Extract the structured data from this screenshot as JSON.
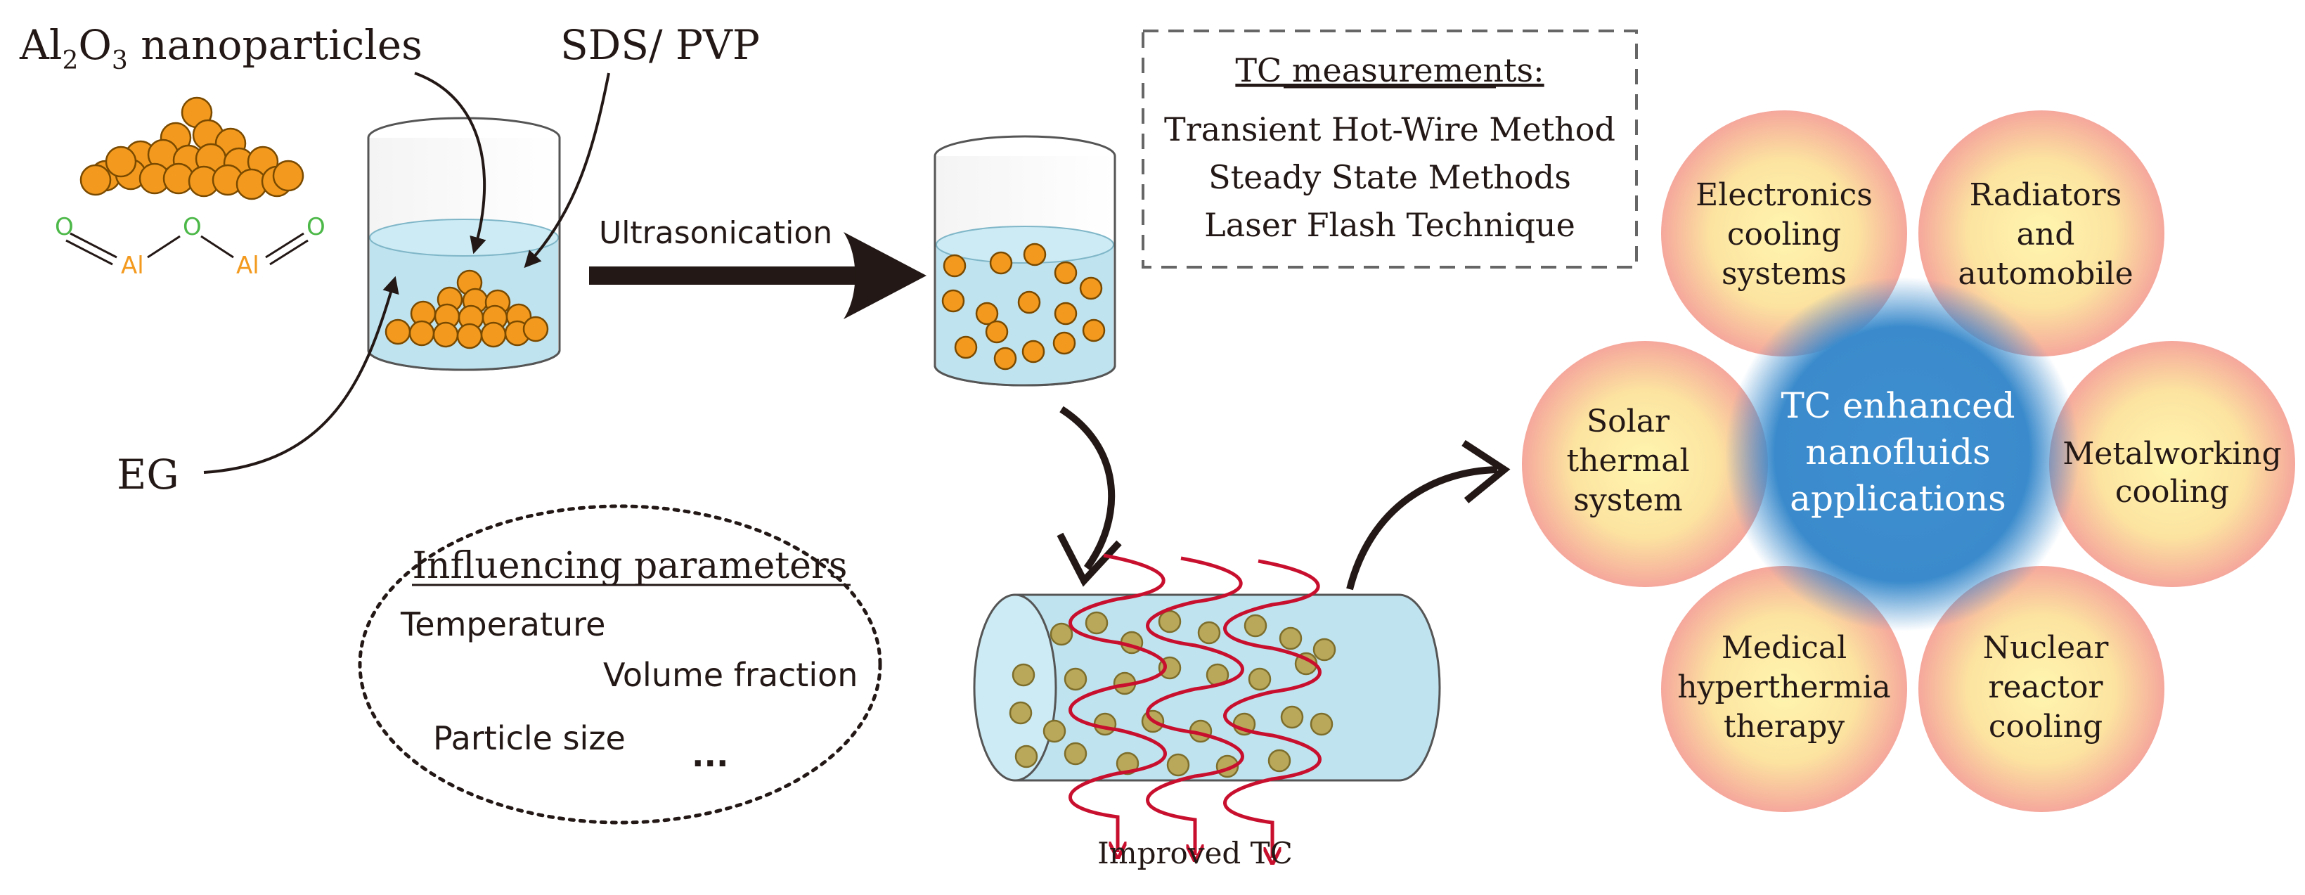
{
  "reagents": {
    "al2o3_main": "Al",
    "al2o3_sub2": "2",
    "al2o3_o": "O",
    "al2o3_sub3": "3",
    "al2o3_rest": " nanoparticles",
    "surfactant": "SDS/ PVP",
    "solvent": "EG"
  },
  "molecule": {
    "o_left": "O",
    "o_mid": "O",
    "o_right": "O",
    "al_left": "Al",
    "al_right": "Al"
  },
  "process": {
    "step_label": "Ultrasonication"
  },
  "measurements": {
    "title": "TC measurements:",
    "methods": [
      "Transient Hot-Wire Method",
      "Steady State Methods",
      "Laser Flash Technique"
    ]
  },
  "parameters": {
    "title": "Influencing parameters",
    "items": [
      "Temperature",
      "Volume fraction",
      "Particle size",
      "..."
    ]
  },
  "result": {
    "label": "Improved TC"
  },
  "applications": {
    "center": [
      "TC enhanced",
      "nanofluids",
      "applications"
    ],
    "electronics": [
      "Electronics",
      "cooling",
      "systems"
    ],
    "radiators": [
      "Radiators",
      "and",
      "automobile"
    ],
    "metalworking": [
      "Metalworking",
      "cooling"
    ],
    "nuclear": [
      "Nuclear",
      "reactor",
      "cooling"
    ],
    "medical": [
      "Medical",
      "hyperthermia",
      "therapy"
    ],
    "solar": [
      "Solar",
      "thermal",
      "system"
    ]
  },
  "colors": {
    "particle": "#F39A1E",
    "particle_outline": "#7a4a00",
    "liquid": "#BFE3EF",
    "center_blue": "#3B8BCC",
    "petal_inner": "#FFF2A8",
    "petal_outer": "#F6A8A0",
    "arrow": "#231815",
    "wave": "#C8102E",
    "tube_particle": "#B9A85A",
    "oxygen": "#4CB848",
    "aluminum": "#F39A1E"
  }
}
